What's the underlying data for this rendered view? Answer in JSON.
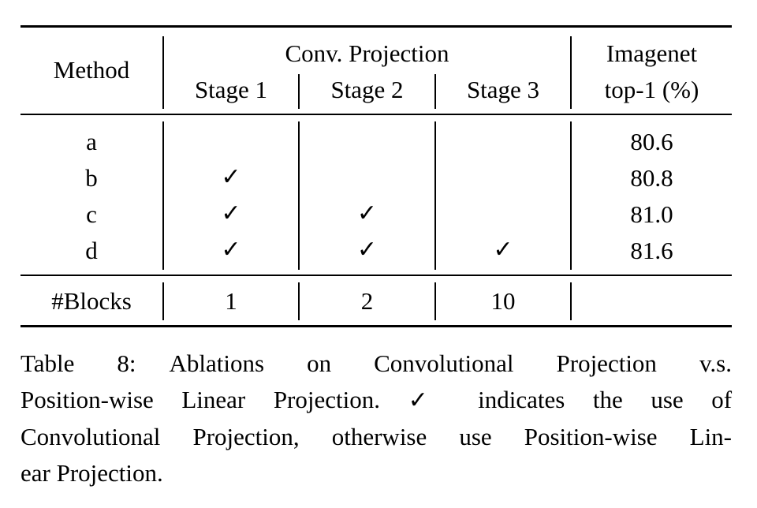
{
  "table": {
    "header": {
      "method": "Method",
      "conv_group": "Conv. Projection",
      "stages": [
        "Stage 1",
        "Stage 2",
        "Stage 3"
      ],
      "metric_line1": "Imagenet",
      "metric_line2": "top-1 (%)"
    },
    "check_glyph": "✓",
    "rows": [
      {
        "method": "a",
        "stage1": "",
        "stage2": "",
        "stage3": "",
        "top1": "80.6"
      },
      {
        "method": "b",
        "stage1": "✓",
        "stage2": "",
        "stage3": "",
        "top1": "80.8"
      },
      {
        "method": "c",
        "stage1": "✓",
        "stage2": "✓",
        "stage3": "",
        "top1": "81.0"
      },
      {
        "method": "d",
        "stage1": "✓",
        "stage2": "✓",
        "stage3": "✓",
        "top1": "81.6"
      }
    ],
    "blocks_row": {
      "label": "#Blocks",
      "stage1": "1",
      "stage2": "2",
      "stage3": "10",
      "top1": ""
    }
  },
  "caption": {
    "label": "Table 8:",
    "line1": "Ablations on Convolutional Projection v.s.",
    "line2a": "Position-wise Linear Projection.",
    "line2_check": "✓",
    "line2b": "indicates the use of",
    "line3": "Convolutional Projection, otherwise use Position-wise Lin-",
    "line4": "ear Projection."
  }
}
